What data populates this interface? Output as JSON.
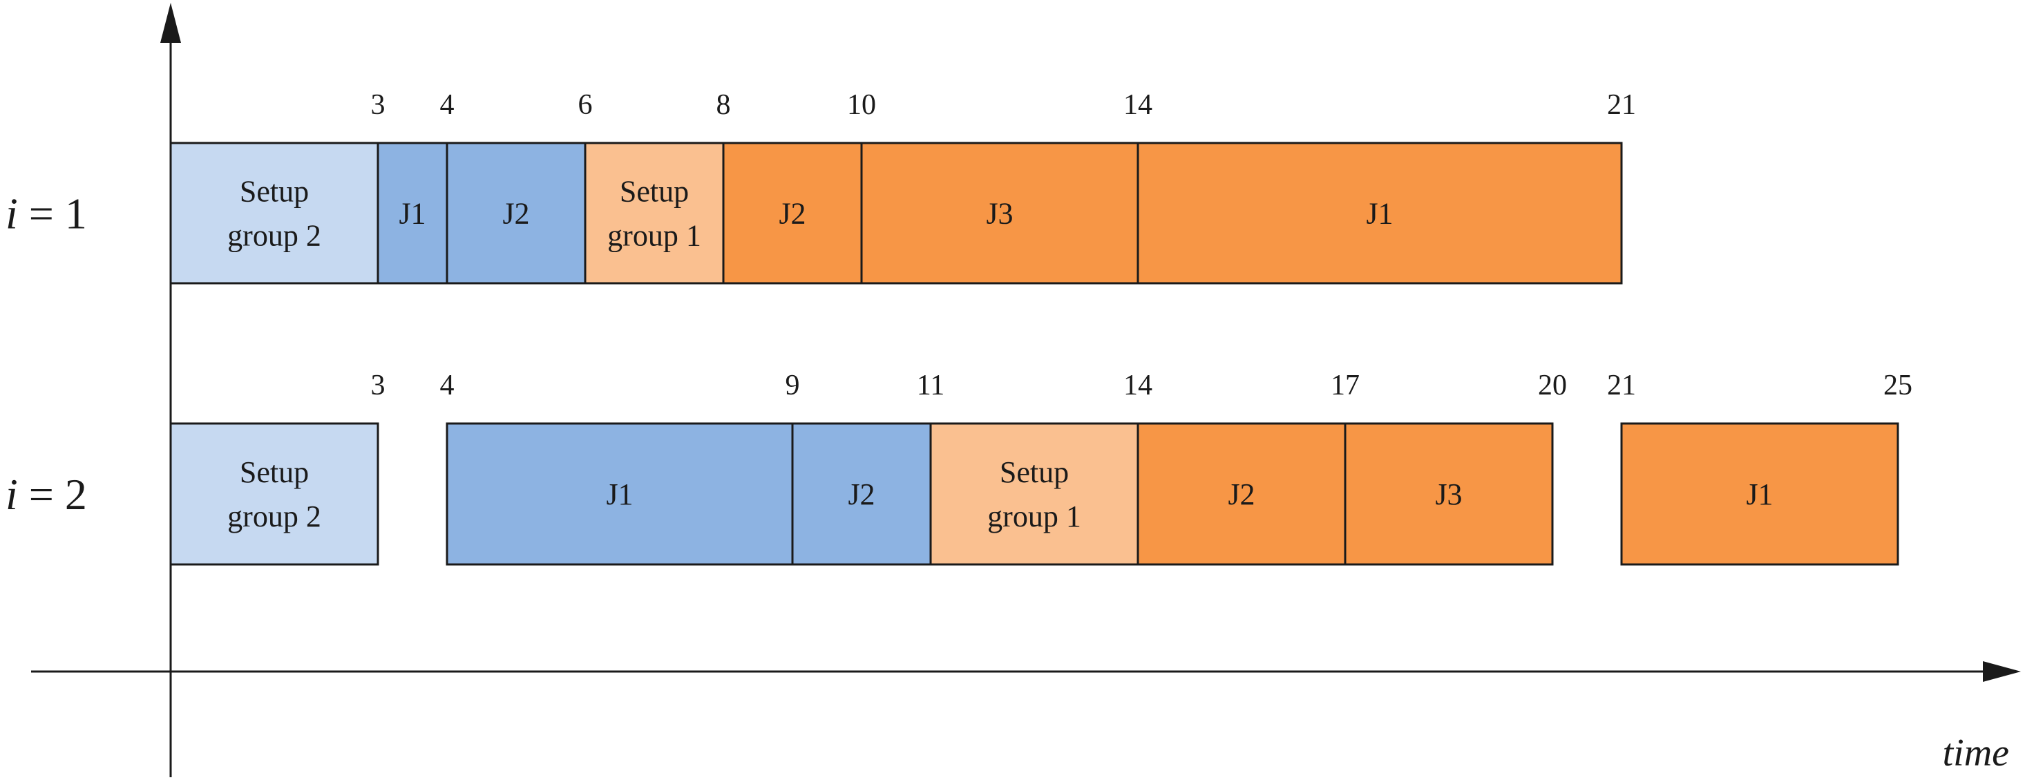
{
  "diagram": {
    "axis_label": "time",
    "colors": {
      "setup_group_2": "#c6d9f1",
      "group_2_job": "#8db3e2",
      "setup_group_1": "#fac090",
      "group_1_job": "#f79646",
      "outline": "#1a1a1a"
    },
    "rows": [
      {
        "label": "i = 1",
        "tick_labels": [
          "3",
          "4",
          "6",
          "8",
          "10",
          "14",
          "21"
        ],
        "blocks": [
          {
            "lines": [
              "Setup",
              "group 2"
            ],
            "start": 0,
            "end": 3,
            "kind": "setup_group_2"
          },
          {
            "lines": [
              "J1"
            ],
            "start": 3,
            "end": 4,
            "kind": "group_2_job"
          },
          {
            "lines": [
              "J2"
            ],
            "start": 4,
            "end": 6,
            "kind": "group_2_job"
          },
          {
            "lines": [
              "Setup",
              "group 1"
            ],
            "start": 6,
            "end": 8,
            "kind": "setup_group_1"
          },
          {
            "lines": [
              "J2"
            ],
            "start": 8,
            "end": 10,
            "kind": "group_1_job"
          },
          {
            "lines": [
              "J3"
            ],
            "start": 10,
            "end": 14,
            "kind": "group_1_job"
          },
          {
            "lines": [
              "J1"
            ],
            "start": 14,
            "end": 21,
            "kind": "group_1_job"
          }
        ]
      },
      {
        "label": "i = 2",
        "tick_labels": [
          "3",
          "4",
          "9",
          "11",
          "14",
          "17",
          "20",
          "21",
          "25"
        ],
        "blocks": [
          {
            "lines": [
              "Setup",
              "group 2"
            ],
            "start": 0,
            "end": 3,
            "kind": "setup_group_2"
          },
          {
            "lines": [
              "J1"
            ],
            "start": 4,
            "end": 9,
            "kind": "group_2_job"
          },
          {
            "lines": [
              "J2"
            ],
            "start": 9,
            "end": 11,
            "kind": "group_2_job"
          },
          {
            "lines": [
              "Setup",
              "group 1"
            ],
            "start": 11,
            "end": 14,
            "kind": "setup_group_1"
          },
          {
            "lines": [
              "J2"
            ],
            "start": 14,
            "end": 17,
            "kind": "group_1_job"
          },
          {
            "lines": [
              "J3"
            ],
            "start": 17,
            "end": 20,
            "kind": "group_1_job"
          },
          {
            "lines": [
              "J1"
            ],
            "start": 21,
            "end": 25,
            "kind": "group_1_job"
          }
        ]
      }
    ]
  }
}
